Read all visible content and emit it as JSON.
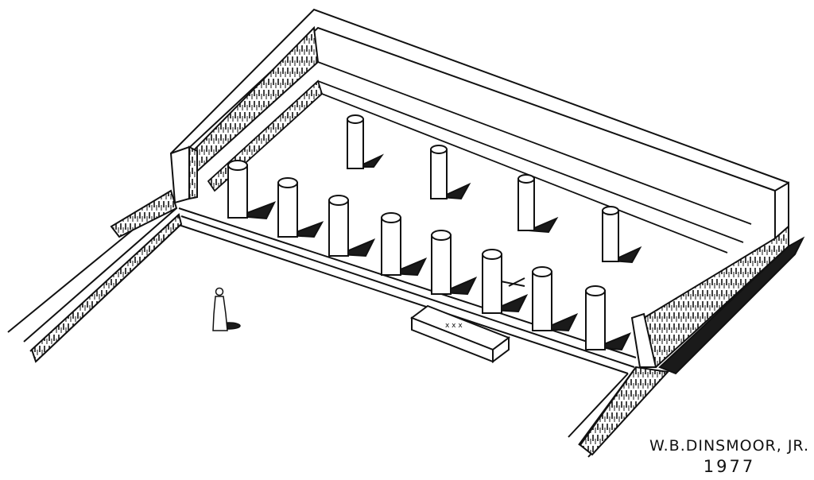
{
  "drawing": {
    "subject": "isometric reconstruction drawing of a colonnaded stoa",
    "colors": {
      "ink": "#111111",
      "paper": "#ffffff",
      "shadow": "#1a1a1a"
    }
  },
  "signature": {
    "name": "W.B.DINSMOOR, JR.",
    "year": "1977"
  }
}
